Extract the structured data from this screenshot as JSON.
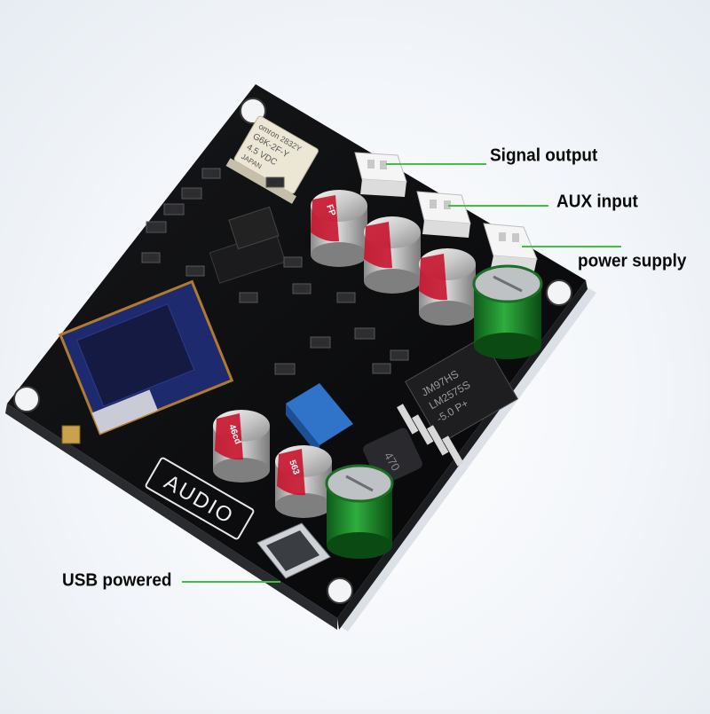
{
  "labels": {
    "signal_output": "Signal output",
    "aux_input": "AUX input",
    "power_supply": "power supply",
    "usb_powered": "USB powered"
  },
  "board": {
    "silkscreen_audio": "AUDIO",
    "relay_lines": [
      "omron 2832Y",
      "G6K-2F-Y",
      "4.5 VDC",
      "JAPAN"
    ],
    "capacitor_marks": [
      "FP",
      "46cd",
      "563"
    ],
    "regulator_lines": [
      "JM97HS",
      "LM2575S",
      "-5.0 P+"
    ],
    "inductor_mark": "470"
  },
  "colors": {
    "pcb": "#0b0b0d",
    "callout_line": "#3fc23f",
    "relay_body": "#e9e4cf",
    "module_blue": "#1e2a6e",
    "trimmer_blue": "#2f74c8",
    "electrolytic_green": "#1f8a2e"
  }
}
